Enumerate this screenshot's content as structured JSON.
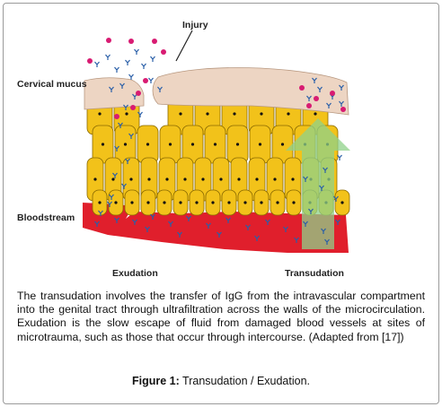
{
  "figure": {
    "labels": {
      "injury": "Injury",
      "cervical_mucus": "Cervical mucus",
      "bloodstream": "Bloodstream",
      "exudation": "Exudation",
      "transudation": "Transudation"
    },
    "colors": {
      "mucus": "#edd5c3",
      "cell": "#f2c21a",
      "cell_border": "#8a6a00",
      "blood": "#e01f2c",
      "antibody": "#2a5fa8",
      "particle": "#d81b72",
      "arrow": "#8fd18a"
    }
  },
  "caption": {
    "text": "The transudation involves the transfer of IgG from the intravascular compartment into the genital tract through ultrafiltration across the walls of the microcirculation. Exudation is the slow escape of fluid from damaged blood vessels at sites of microtrauma, such as those that occur through intercourse. (Adapted from [17])"
  },
  "figure_title": {
    "label": "Figure 1:",
    "text": " Transudation / Exudation."
  }
}
